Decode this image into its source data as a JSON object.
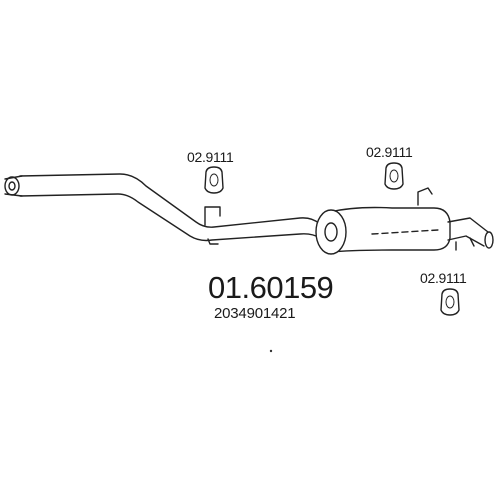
{
  "diagram": {
    "part_number": "01.60159",
    "oem_number": "2034901421",
    "mount_labels": {
      "left": "02.9111",
      "middle": "02.9111",
      "right": "02.9111"
    },
    "components": [
      "inlet-flange",
      "front-pipe",
      "middle-bracket",
      "rear-muffler",
      "tailpipe"
    ],
    "colors": {
      "line": "#222222",
      "background": "#ffffff"
    }
  }
}
